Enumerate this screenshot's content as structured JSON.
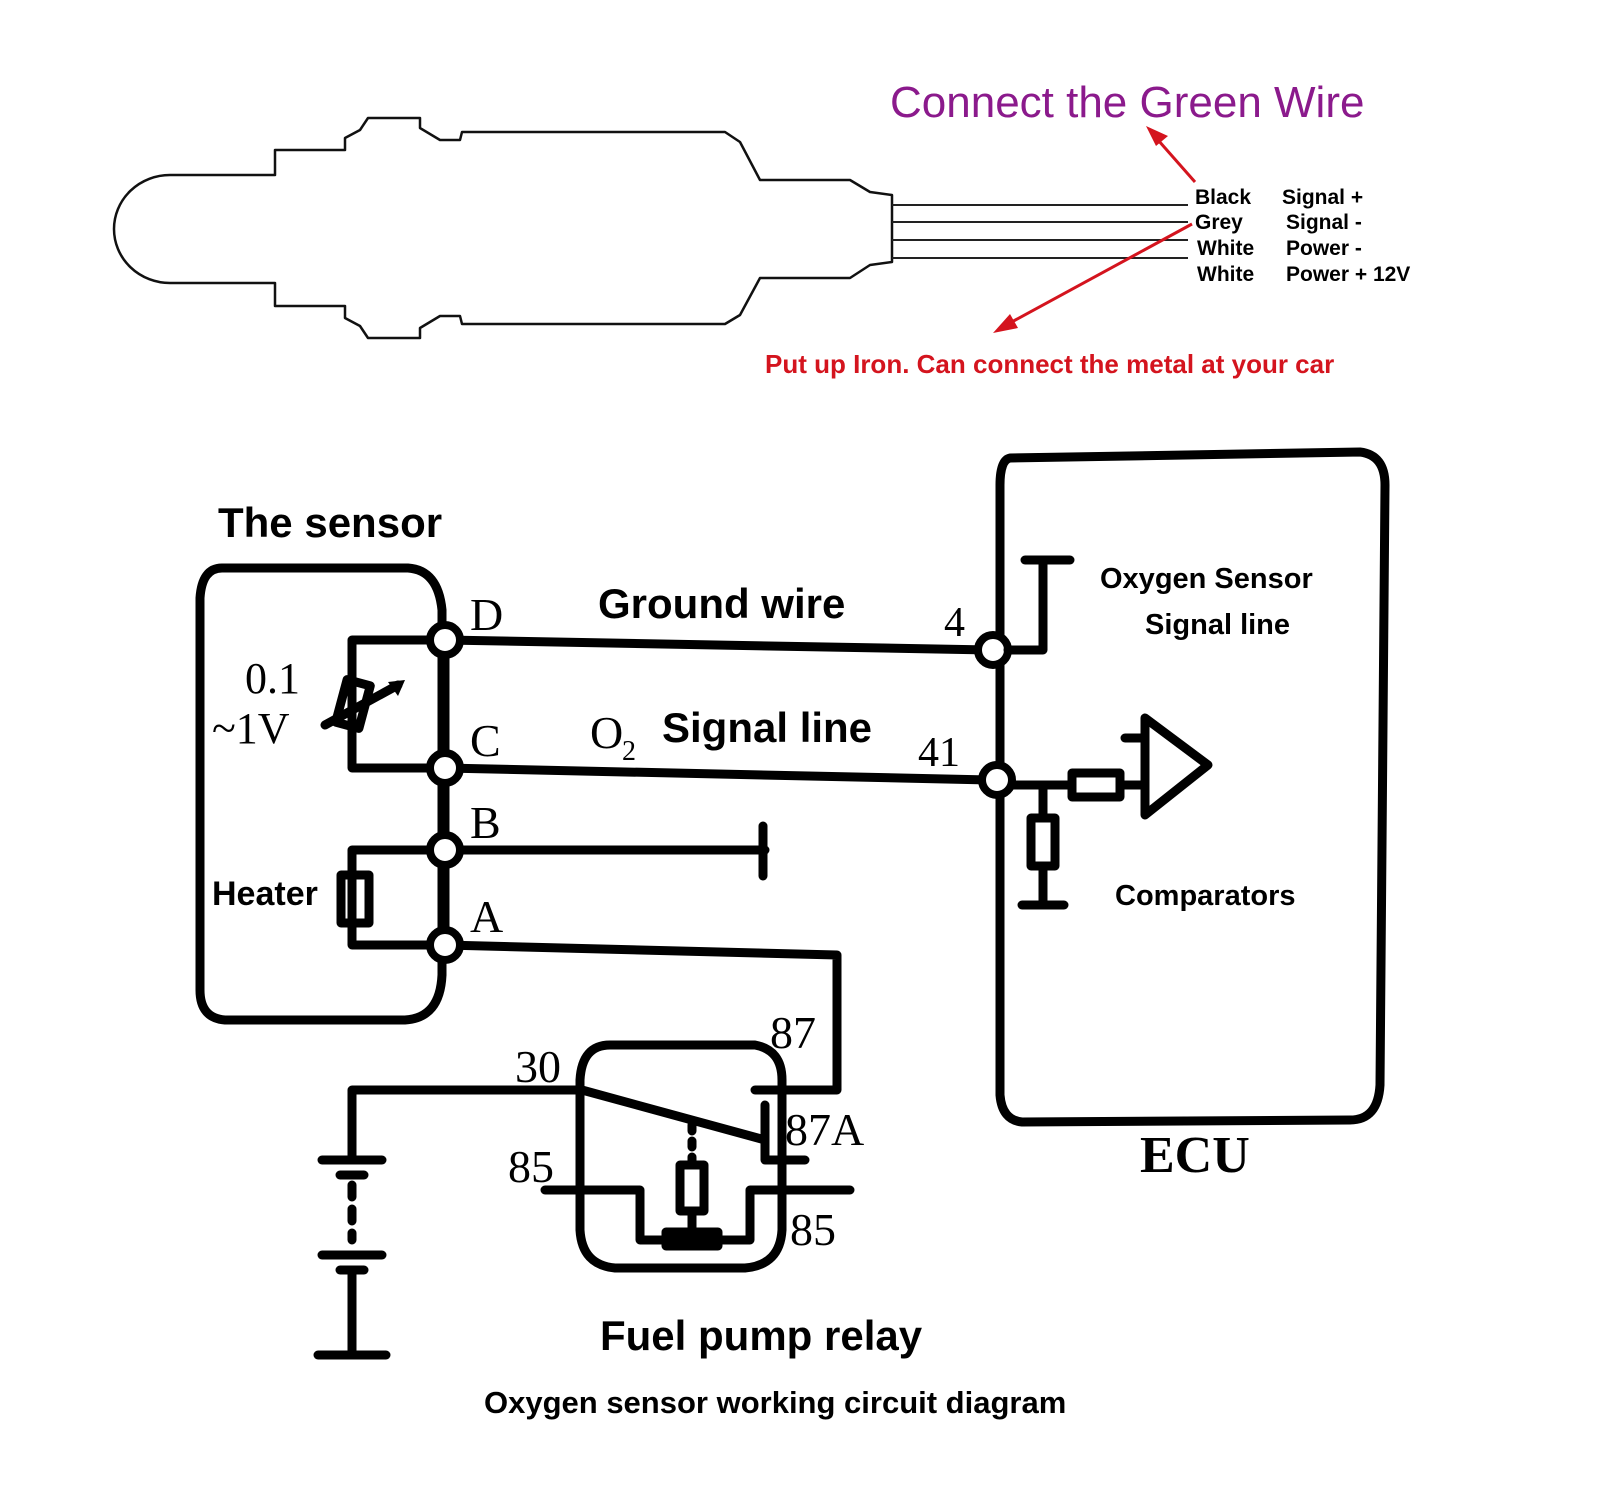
{
  "sensor_wiring": {
    "heading": "Connect the Green Wire",
    "wires": [
      {
        "color": "Black",
        "function": "Signal +"
      },
      {
        "color": "Grey",
        "function": "Signal -"
      },
      {
        "color": "White",
        "function": "Power -"
      },
      {
        "color": "White",
        "function": "Power + 12V"
      }
    ],
    "ground_note": "Put up Iron. Can connect the metal at your car"
  },
  "circuit": {
    "sensor_label": "The sensor",
    "ground_wire_label": "Ground wire",
    "o2_prefix": "O",
    "o2_sub": "2",
    "signal_line_label": "Signal line",
    "voltage_top": "0.1",
    "voltage_bottom": "~1V",
    "heater_label": "Heater",
    "pins": {
      "d": "D",
      "c": "C",
      "b": "B",
      "a": "A"
    },
    "ecu_pin_4": "4",
    "ecu_pin_41": "41",
    "ecu_signal_line_1": "Oxygen Sensor",
    "ecu_signal_line_2": "Signal line",
    "comparators_label": "Comparators",
    "ecu_label": "ECU",
    "relay_pins": {
      "p30": "30",
      "p87": "87",
      "p87a": "87A",
      "p85_left": "85",
      "p85_right": "85"
    },
    "relay_label": "Fuel pump relay",
    "caption": "Oxygen sensor working circuit diagram"
  },
  "colors": {
    "heading": "#8b1a8c",
    "note": "#d4141e",
    "ink": "#000000"
  }
}
